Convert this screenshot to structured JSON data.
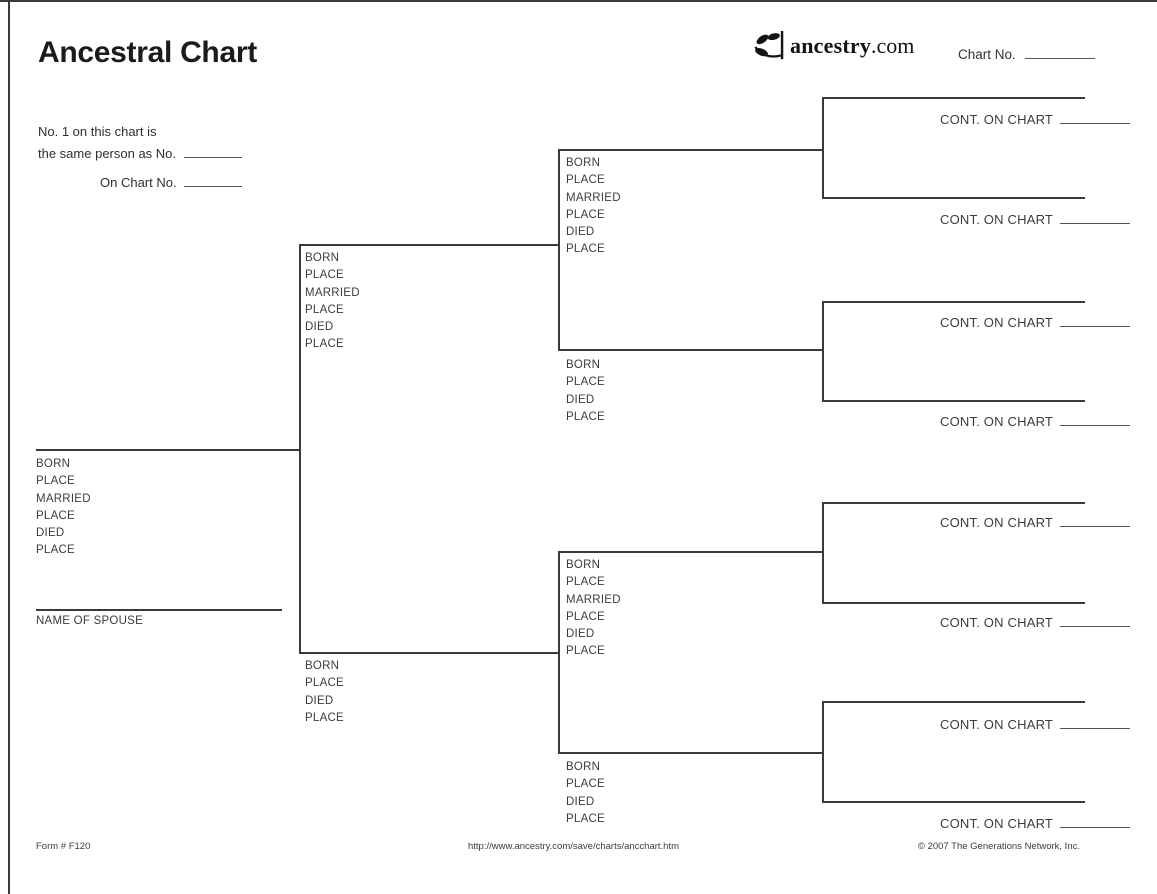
{
  "header": {
    "title": "Ancestral Chart",
    "logo": {
      "icon": "ancestry-leaf-icon",
      "name": "ancestry",
      "suffix": ".com"
    },
    "chart_no_label": "Chart No."
  },
  "reference_note": {
    "line1": "No. 1 on this chart is",
    "line2": "the same person as No.",
    "line3": "On Chart No."
  },
  "field_labels": {
    "person_full": [
      "BORN",
      "PLACE",
      "MARRIED",
      "PLACE",
      "DIED",
      "PLACE"
    ],
    "person_short": [
      "BORN",
      "PLACE",
      "DIED",
      "PLACE"
    ],
    "spouse": "NAME OF SPOUSE",
    "continuation": "CONT. ON CHART"
  },
  "footer": {
    "form_number": "Form # F120",
    "url": "http://www.ancestry.com/save/charts/ancchart.htm",
    "copyright": "© 2007 The Generations Network, Inc."
  },
  "colors": {
    "ink": "#3a3a3a",
    "line": "#3a3a3a",
    "title_ink": "#1b1b1b"
  }
}
